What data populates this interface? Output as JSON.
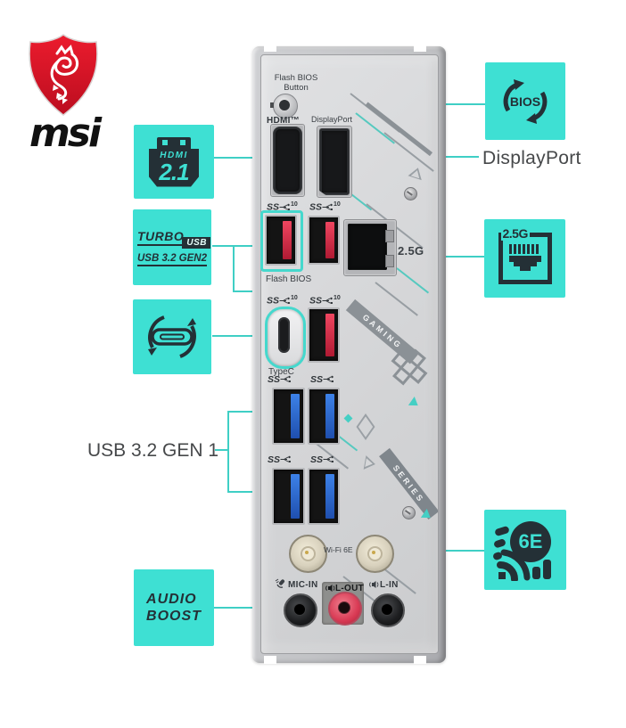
{
  "colors": {
    "accent_teal": "#3ee0d3",
    "line_teal": "#3fcfc5",
    "icon_dark": "#243036",
    "msi_red": "#e01b2c",
    "panel_silver": "#d6d7d9"
  },
  "brand": {
    "wordmark": "msi",
    "logo": "msi-dragon-shield"
  },
  "panel": {
    "flash_bios_button": {
      "line1": "Flash BIOS",
      "line2": "Button"
    },
    "hdmi_port_label": "HDMI™",
    "dp_port_label": "DisplayPort",
    "gen2_speed": {
      "text": "SS",
      "sup": "10"
    },
    "flash_bios_port_label": "Flash BIOS",
    "lan_speed_label": "2.5G",
    "typec_port_label": "TypeC",
    "gen1_speed": {
      "text": "SS"
    },
    "wifi_label": "Wi-Fi 6E",
    "audio": {
      "mic": "MIC-IN",
      "line_out": "L-OUT",
      "line_in": "L-IN"
    },
    "deco": {
      "gaming": "GAMING",
      "series": "SERIES"
    }
  },
  "callouts": {
    "hdmi": {
      "name": "HDMI",
      "version": "2.1"
    },
    "turbo_usb": {
      "line1": "TURBO",
      "badge": "USB",
      "line2": "USB 3.2 GEN2"
    },
    "typec_icon": "type-c-reversible",
    "usb_gen1_label": "USB 3.2 GEN 1",
    "audio_boost": {
      "line1": "AUDIO",
      "line2": "BOOST"
    },
    "bios_label": "BIOS",
    "displayport_label": "DisplayPort",
    "lan_label": "2.5G",
    "wifi_label": "6E"
  }
}
